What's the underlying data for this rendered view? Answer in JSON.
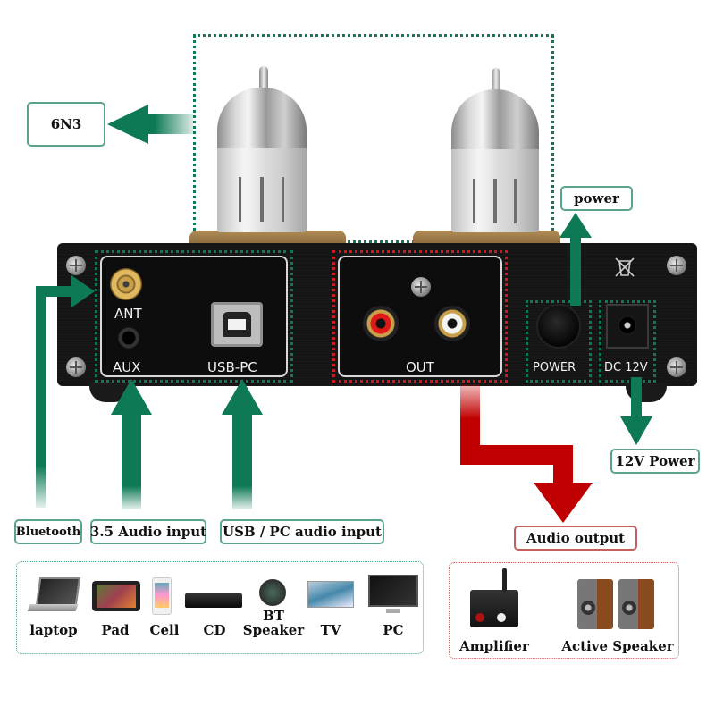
{
  "callouts": {
    "tube": "6N3",
    "power": "power",
    "bluetooth": "Bluetooth",
    "aux_input": "3.5 Audio input",
    "usb_input": "USB / PC audio input",
    "dc_power": "12V Power",
    "audio_output": "Audio output"
  },
  "panel": {
    "ant": "ANT",
    "aux": "AUX",
    "usb": "USB-PC",
    "out": "OUT",
    "power": "POWER",
    "dc": "DC 12V"
  },
  "input_devices": [
    {
      "label": "laptop",
      "icon": "laptop-icon"
    },
    {
      "label": "Pad",
      "icon": "tablet-icon"
    },
    {
      "label": "Cell",
      "icon": "phone-icon"
    },
    {
      "label": "CD",
      "icon": "cd-player-icon"
    },
    {
      "label": "BT\nSpeaker",
      "icon": "bluetooth-speaker-icon"
    },
    {
      "label": "TV",
      "icon": "tv-icon"
    },
    {
      "label": "PC",
      "icon": "monitor-icon"
    }
  ],
  "output_devices": [
    {
      "label": "Amplifier",
      "icon": "amplifier-icon"
    },
    {
      "label": "Active Speaker",
      "icon": "speaker-pair-icon"
    }
  ],
  "colors": {
    "input_arrow": "#0d7a55",
    "output_arrow": "#c00000",
    "input_border": "#5aa58a",
    "output_border": "#c46060"
  }
}
